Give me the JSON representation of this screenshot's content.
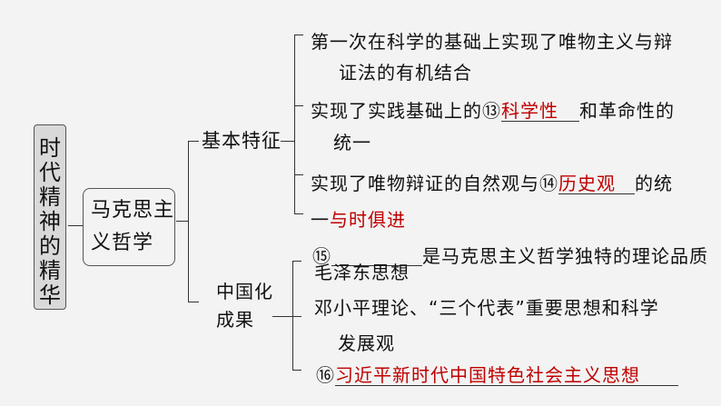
{
  "root": {
    "label": "时代精神的精华"
  },
  "topic": {
    "label": "马克思主义哲学"
  },
  "basic": {
    "label": "基本特征",
    "item1": {
      "line1": "第一次在科学的基础上实现了唯物主义与辩",
      "line2": "证法的有机结合"
    },
    "item2": {
      "prefix": "实现了实践基础上的",
      "num": "⑬",
      "answer": "科学性",
      "suffix": "和革命性的",
      "line2": "统一"
    },
    "item3": {
      "prefix": "实现了唯物辩证的自然观与",
      "num": "⑭",
      "answer": "历史观",
      "suffix": "的统",
      "line2_prefix": "一",
      "line2_answer": "与时俱进"
    }
  },
  "china": {
    "label_line1": "中国化",
    "label_line2": "成果",
    "item0": {
      "num": "⑮",
      "suffix": "是马克思主义哲学独特的理论品质"
    },
    "item1": "毛泽东思想",
    "item2": {
      "line1": "邓小平理论、“三个代表”重要思想和科学",
      "line2": "发展观"
    },
    "item3": {
      "num": "⑯",
      "answer": "习近平新时代中国特色社会主义思想"
    }
  }
}
